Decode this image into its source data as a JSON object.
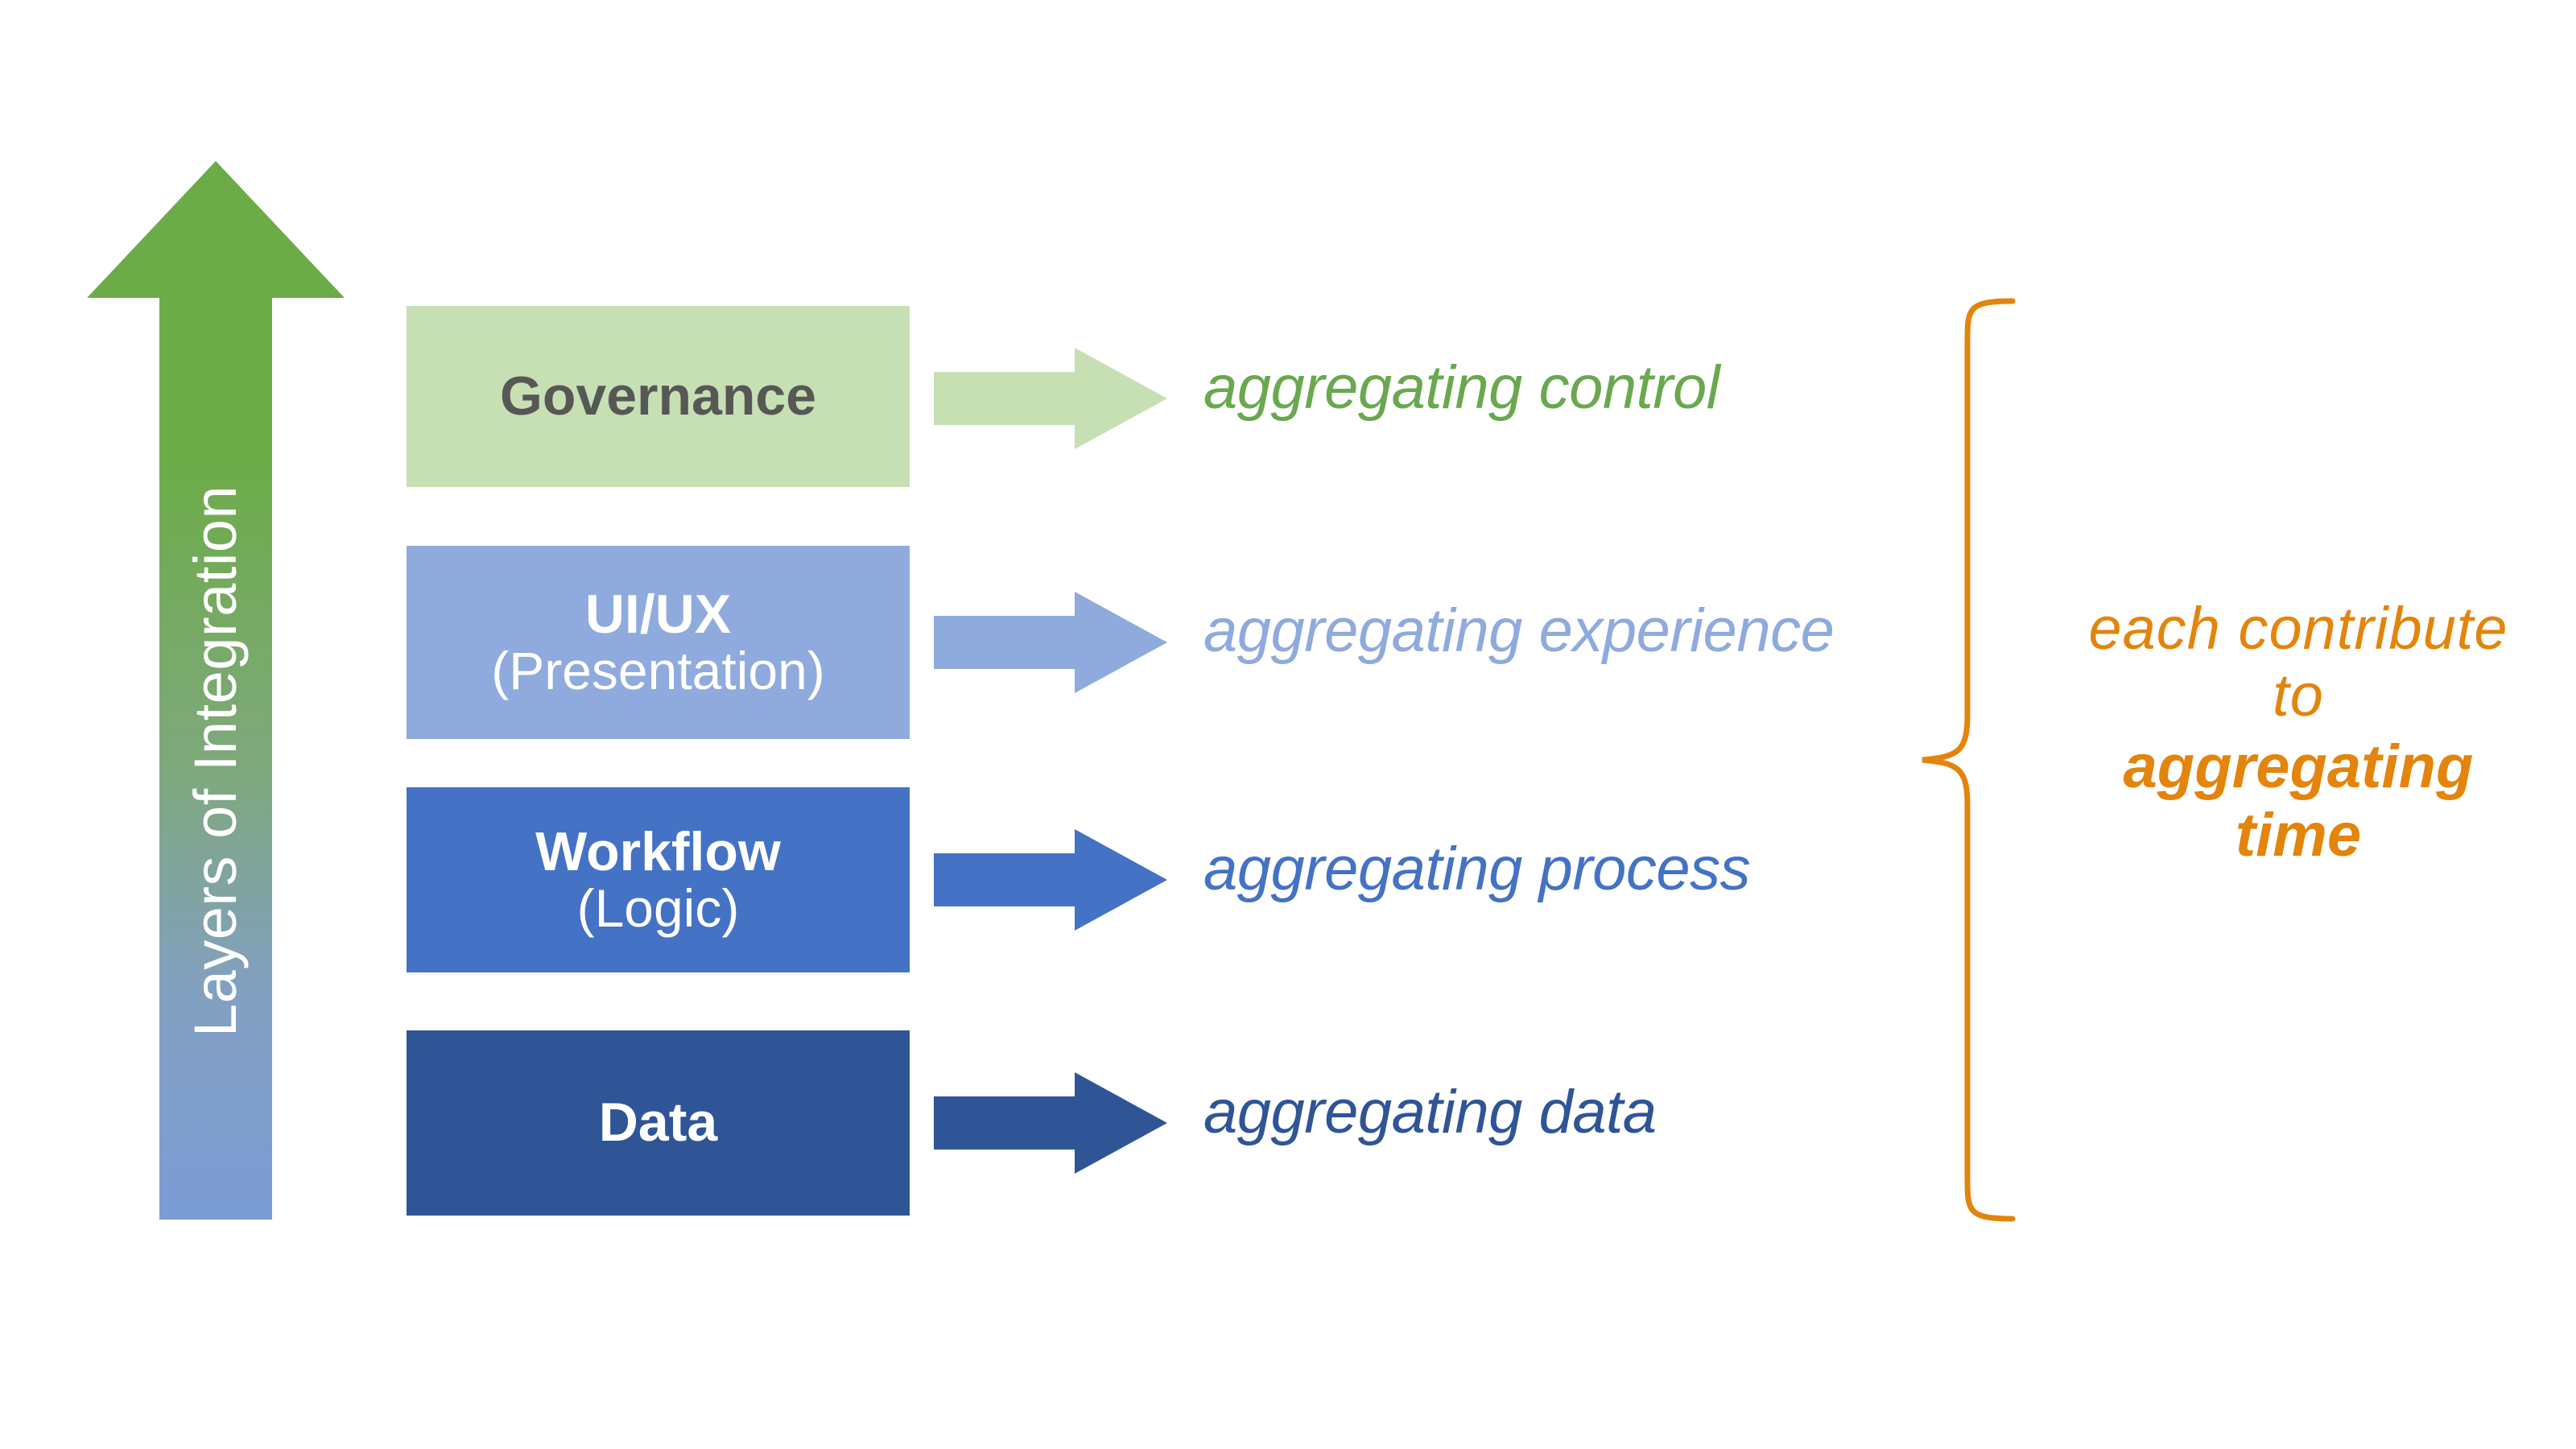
{
  "diagram": {
    "title": "Layers of Integration",
    "axis_arrow": {
      "label": "Layers of Integration",
      "direction": "up",
      "gradient_top_color": "#6CAC48",
      "gradient_bottom_color": "#7C9CD6",
      "label_color": "#FFFFFF"
    },
    "layers": [
      {
        "name": "Governance",
        "title": "Governance",
        "subtitle": "",
        "box_color": "#C6E0B4",
        "text_color": "#575756",
        "arrow_color": "#C6E0B4",
        "caption": "aggregating control",
        "caption_color": "#6AA84F"
      },
      {
        "name": "UI/UX",
        "title": "UI/UX",
        "subtitle": "(Presentation)",
        "box_color": "#8FAADC",
        "text_color": "#FFFFFF",
        "arrow_color": "#8FAADC",
        "caption": "aggregating experience",
        "caption_color": "#8FAADC"
      },
      {
        "name": "Workflow",
        "title": "Workflow",
        "subtitle": "(Logic)",
        "box_color": "#4472C4",
        "text_color": "#FFFFFF",
        "arrow_color": "#4472C4",
        "caption": "aggregating process",
        "caption_color": "#4472C4"
      },
      {
        "name": "Data",
        "title": "Data",
        "subtitle": "",
        "box_color": "#2F5597",
        "text_color": "#FFFFFF",
        "arrow_color": "#2F5597",
        "caption": "aggregating data",
        "caption_color": "#2F5597"
      }
    ],
    "summary": {
      "lead_text": "each contribute to",
      "emphasis_text": "aggregating time",
      "color": "#E3840C",
      "brace_color": "#E3840C"
    }
  }
}
